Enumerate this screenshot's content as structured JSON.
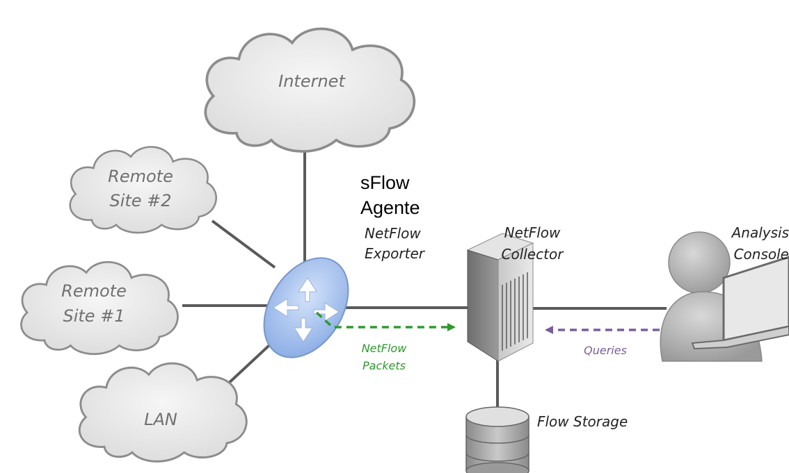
{
  "clouds": {
    "internet": "Internet",
    "remote2": [
      "Remote",
      "Site #2"
    ],
    "remote1": [
      "Remote",
      "Site #1"
    ],
    "lan": "LAN"
  },
  "agent": {
    "title": [
      "sFlow",
      "Agente"
    ],
    "subtitle": [
      "NetFlow",
      "Exporter"
    ]
  },
  "collector": {
    "label": [
      "NetFlow",
      "Collector"
    ]
  },
  "console": {
    "label": [
      "Analysis",
      "Console"
    ]
  },
  "storage": {
    "label": "Flow Storage"
  },
  "flows": {
    "packets": {
      "label": [
        "NetFlow",
        "Packets"
      ],
      "color": "#2e9a2e"
    },
    "queries": {
      "label": "Queries",
      "color": "#7a5c9c"
    }
  },
  "colors": {
    "cloud_fill": "#e9e9e9",
    "cloud_stroke": "#8c8c8c",
    "link": "#5a5a5a",
    "router": "#a9c4ef"
  },
  "icons": [
    "cloud-icon",
    "router-icon",
    "server-icon",
    "database-icon",
    "user-icon",
    "laptop-icon"
  ]
}
